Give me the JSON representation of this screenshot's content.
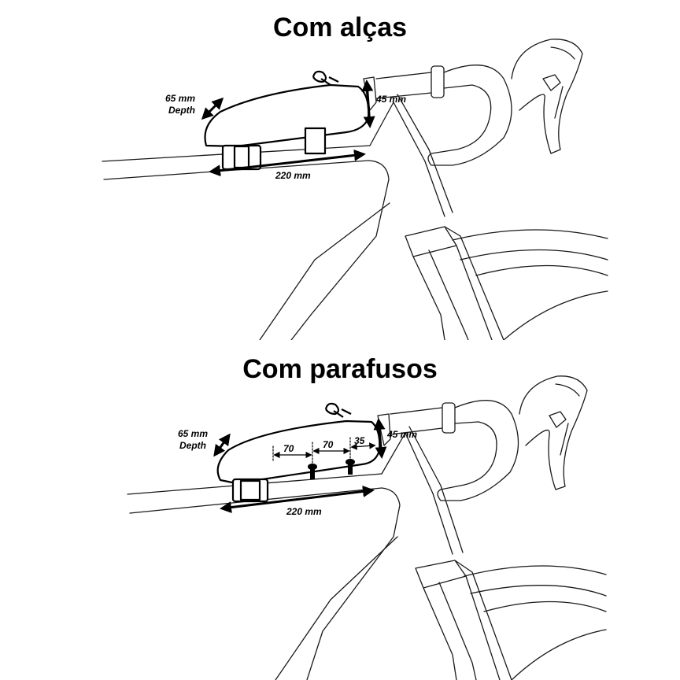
{
  "panels": [
    {
      "title": "Com alças",
      "labels": {
        "depth_value": "65 mm",
        "depth_word": "Depth",
        "height": "45 mm",
        "length": "220 mm"
      }
    },
    {
      "title": "Com parafusos",
      "labels": {
        "depth_value": "65 mm",
        "depth_word": "Depth",
        "height": "45 mm",
        "length": "220 mm",
        "spacing_1": "70",
        "spacing_2": "70",
        "spacing_3": "35"
      }
    }
  ]
}
